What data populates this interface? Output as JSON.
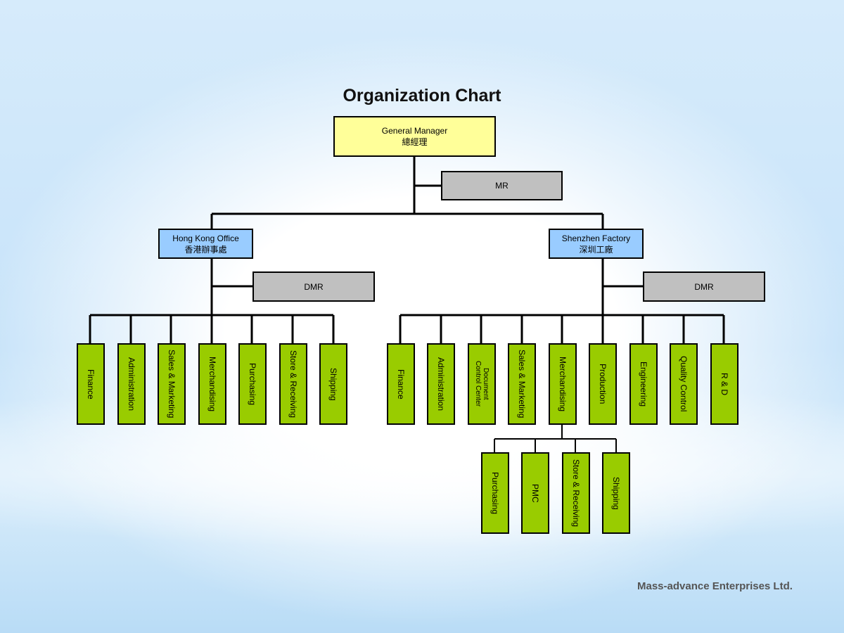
{
  "title": "Organization Chart",
  "general_manager": {
    "en": "General Manager",
    "zh": "總經理"
  },
  "mr": "MR",
  "hong_kong": {
    "en": "Hong Kong Office",
    "zh": "香港辦事處",
    "dmr": "DMR",
    "departments": [
      "Finance",
      "Administration",
      "Sales & Marketing",
      "Merchandising",
      "Purchasing",
      "Store & Receiving",
      "Shipping"
    ]
  },
  "shenzhen": {
    "en": "Shenzhen Factory",
    "zh": "深圳工廠",
    "dmr": "DMR",
    "departments": [
      "Finance",
      "Administration",
      "Document Control Center",
      "Sales & Marketing",
      "Merchandising",
      "Production",
      "Engineering",
      "Quality Control",
      "R & D"
    ],
    "merchandising_sub": [
      "Purchasing",
      "PMC",
      "Store & Receiving",
      "Shipping"
    ]
  },
  "footer": "Mass-advance Enterprises Ltd.",
  "colors": {
    "gm": "#ffff99",
    "office": "#99ccff",
    "mr": "#c0c0c0",
    "department": "#99cc00"
  }
}
